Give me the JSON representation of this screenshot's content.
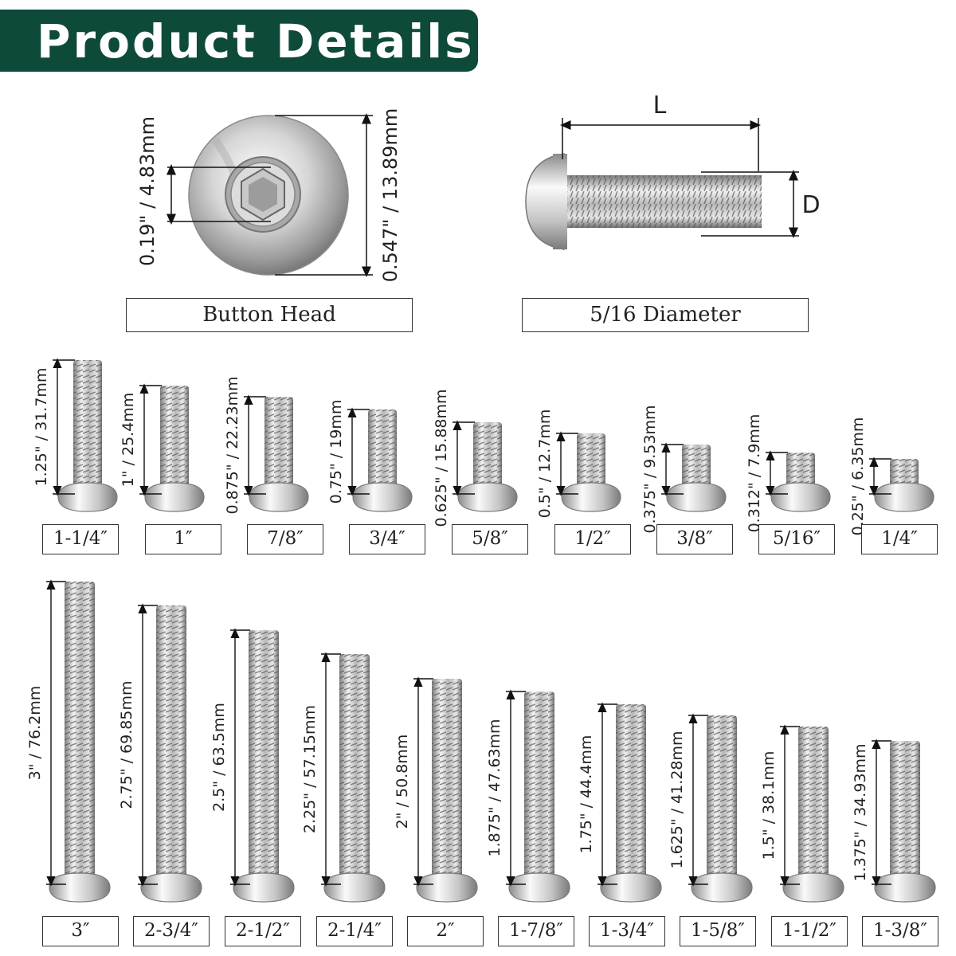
{
  "title": "Product Details",
  "head": {
    "hex_dim": "0.19\" / 4.83mm",
    "head_dim": "0.547\" / 13.89mm",
    "caption": "Button Head"
  },
  "shank": {
    "length_label": "L",
    "diameter_label": "D",
    "caption": "5/16 Diameter"
  },
  "row1": [
    {
      "dim": "1.25\" / 31.7mm",
      "size": "1-1/4″"
    },
    {
      "dim": "1\" / 25.4mm",
      "size": "1″"
    },
    {
      "dim": "0.875\" / 22.23mm",
      "size": "7/8″"
    },
    {
      "dim": "0.75\" / 19mm",
      "size": "3/4″"
    },
    {
      "dim": "0.625\" / 15.88mm",
      "size": "5/8″"
    },
    {
      "dim": "0.5\" / 12.7mm",
      "size": "1/2″"
    },
    {
      "dim": "0.375\" / 9.53mm",
      "size": "3/8″"
    },
    {
      "dim": "0.312\" / 7.9mm",
      "size": "5/16″"
    },
    {
      "dim": "0.25\" / 6.35mm",
      "size": "1/4″"
    }
  ],
  "row2": [
    {
      "dim": "3\" / 76.2mm",
      "size": "3″"
    },
    {
      "dim": "2.75\" / 69.85mm",
      "size": "2-3/4″"
    },
    {
      "dim": "2.5\" / 63.5mm",
      "size": "2-1/2″"
    },
    {
      "dim": "2.25\" / 57.15mm",
      "size": "2-1/4″"
    },
    {
      "dim": "2\" / 50.8mm",
      "size": "2″"
    },
    {
      "dim": "1.875\" / 47.63mm",
      "size": "1-7/8″"
    },
    {
      "dim": "1.75\" / 44.4mm",
      "size": "1-3/4″"
    },
    {
      "dim": "1.625\" / 41.28mm",
      "size": "1-5/8″"
    },
    {
      "dim": "1.5\" / 38.1mm",
      "size": "1-1/2″"
    },
    {
      "dim": "1.375\" / 34.93mm",
      "size": "1-3/8″"
    }
  ],
  "colors": {
    "banner": "#0e4a3a",
    "metal_light": "#f4f4f4",
    "metal_dark": "#8a8a8a"
  }
}
